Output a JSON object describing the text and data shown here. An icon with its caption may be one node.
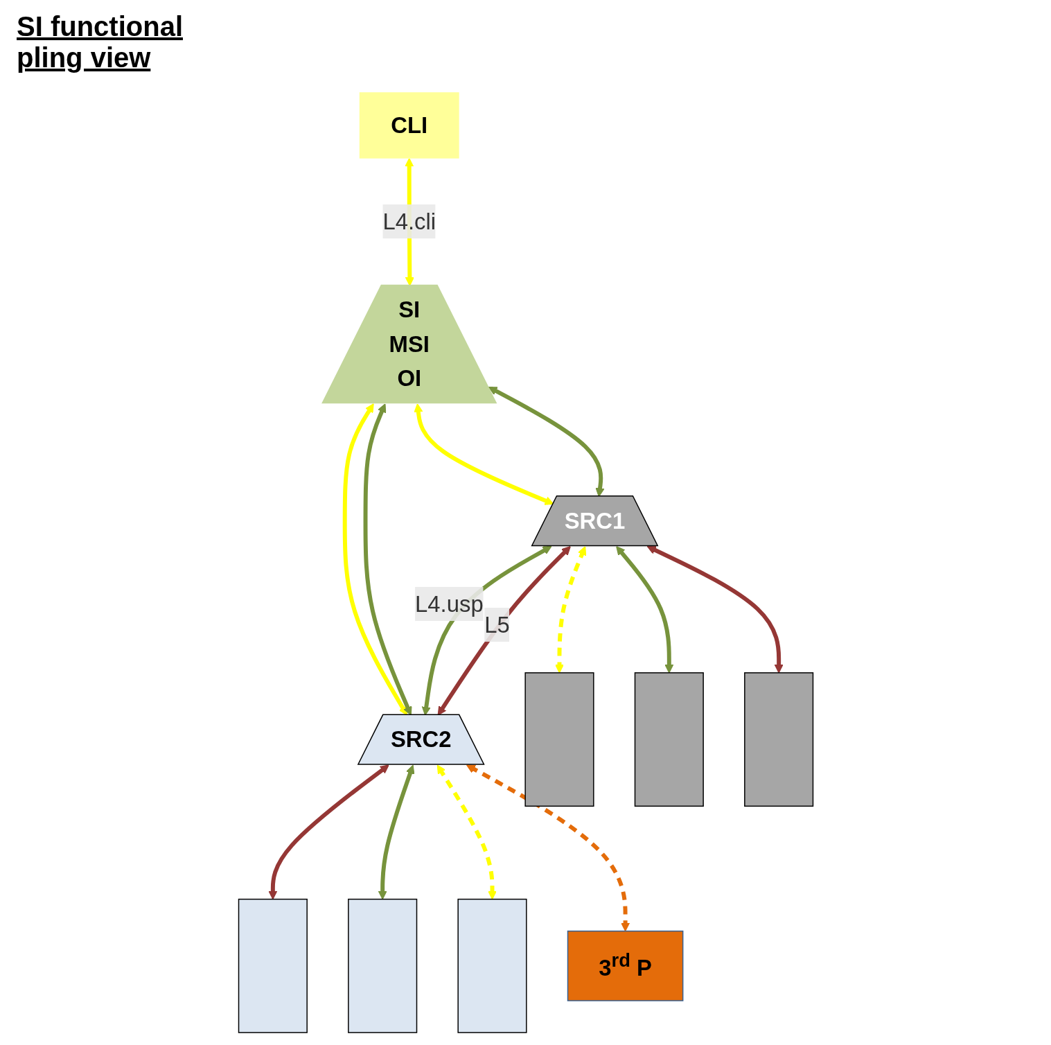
{
  "diagram": {
    "title": "SI functional pling view",
    "nodes": [
      {
        "text": [
          "CLI"
        ]
      },
      {
        "text": [
          "SI",
          "MSI",
          "OI"
        ]
      },
      {
        "text": [
          "SRC1"
        ]
      },
      {
        "text": [
          "SRC2"
        ]
      },
      {
        "text": [],
        "shape": "box"
      },
      {
        "text": [],
        "shape": "box"
      },
      {
        "text": [],
        "shape": "box"
      },
      {
        "text": [],
        "shape": "box"
      },
      {
        "text": [],
        "shape": "box"
      },
      {
        "text": [],
        "shape": "box"
      },
      {
        "text": [
          "3$^{rd}$ P"
        ]
      }
    ],
    "edges": [
      {
        "from": 0,
        "to": 1,
        "arrow": "both",
        "label": "L4.cli",
        "color": "#ffff00"
      },
      {
        "from": 1,
        "to": 2,
        "arrow": "both",
        "color": "#ffff00"
      },
      {
        "from": 1,
        "to": 3,
        "arrow": "both",
        "color": "#ffff00"
      },
      {
        "from": 1,
        "to": 2,
        "arrow": "both",
        "color": "#77933c"
      },
      {
        "from": 1,
        "to": 3,
        "arrow": "both",
        "color": "#77933c"
      },
      {
        "from": 2,
        "to": 3,
        "arrow": "both",
        "label": "L4.usp",
        "color": "#77933c"
      },
      {
        "from": 2,
        "to": 3,
        "arrow": "both",
        "label": "L5",
        "color": "#953735"
      },
      {
        "from": 2,
        "to": 4,
        "arrow": "both",
        "style": "dashed",
        "color": "#ffff00"
      },
      {
        "from": 2,
        "to": 5,
        "arrow": "both",
        "color": "#77933c"
      },
      {
        "from": 2,
        "to": 6,
        "arrow": "both",
        "color": "#953735"
      },
      {
        "from": 3,
        "to": 7,
        "arrow": "both",
        "color": "#953735"
      },
      {
        "from": 3,
        "to": 8,
        "arrow": "both",
        "color": "#77933c"
      },
      {
        "from": 3,
        "to": 9,
        "arrow": "both",
        "style": "dashed",
        "color": "#ffff00"
      },
      {
        "from": 3,
        "to": 10,
        "arrow": "both",
        "style": "dashed",
        "color": "#e46c0a"
      }
    ]
  }
}
